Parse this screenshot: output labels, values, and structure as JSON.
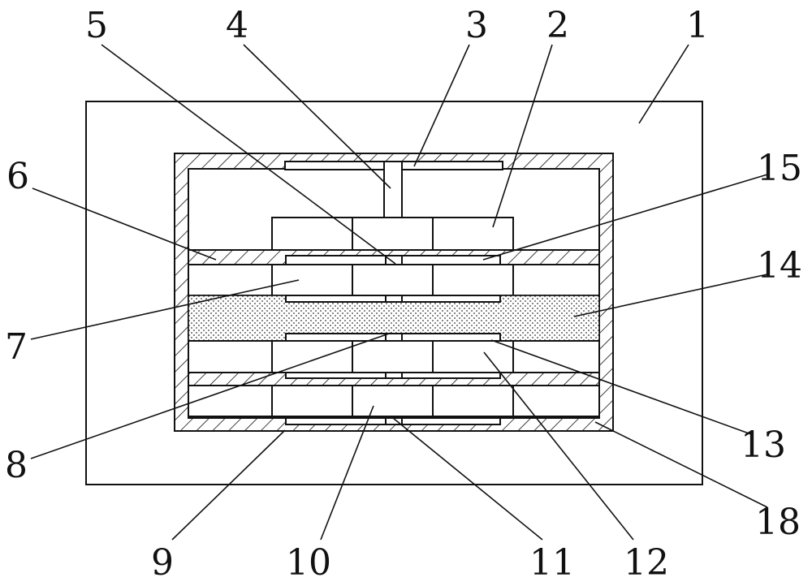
{
  "diagram": {
    "type": "patent cross-section drawing",
    "labels": [
      "1",
      "2",
      "3",
      "4",
      "5",
      "6",
      "7",
      "8",
      "9",
      "10",
      "11",
      "12",
      "13",
      "14",
      "15",
      "18"
    ],
    "colors": {
      "ink": "#111111",
      "background": "#ffffff"
    }
  }
}
